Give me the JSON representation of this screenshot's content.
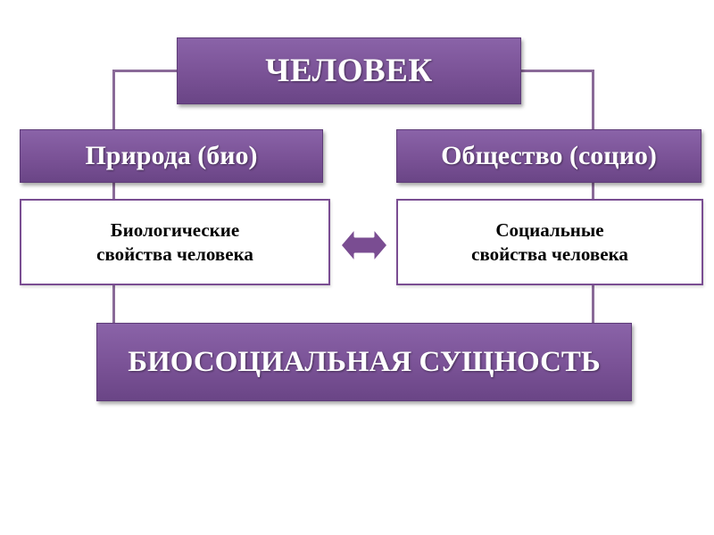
{
  "top": {
    "title": "ЧЕЛОВЕК"
  },
  "left": {
    "heading": "Природа (био)",
    "body_line1": "Биологические",
    "body_line2": "свойства человека"
  },
  "right": {
    "heading": "Общество (социо)",
    "body_line1": "Социальные",
    "body_line2": "свойства человека"
  },
  "bottom": {
    "title": "БИОСОЦИАЛЬНАЯ СУЩНОСТЬ"
  },
  "colors": {
    "box_purple": "#7a5296",
    "border_purple": "#7a4d92",
    "arrow_purple": "#7a4d92",
    "connector": "#8a6a98"
  },
  "icons": {
    "relation": "double-arrow-icon"
  }
}
